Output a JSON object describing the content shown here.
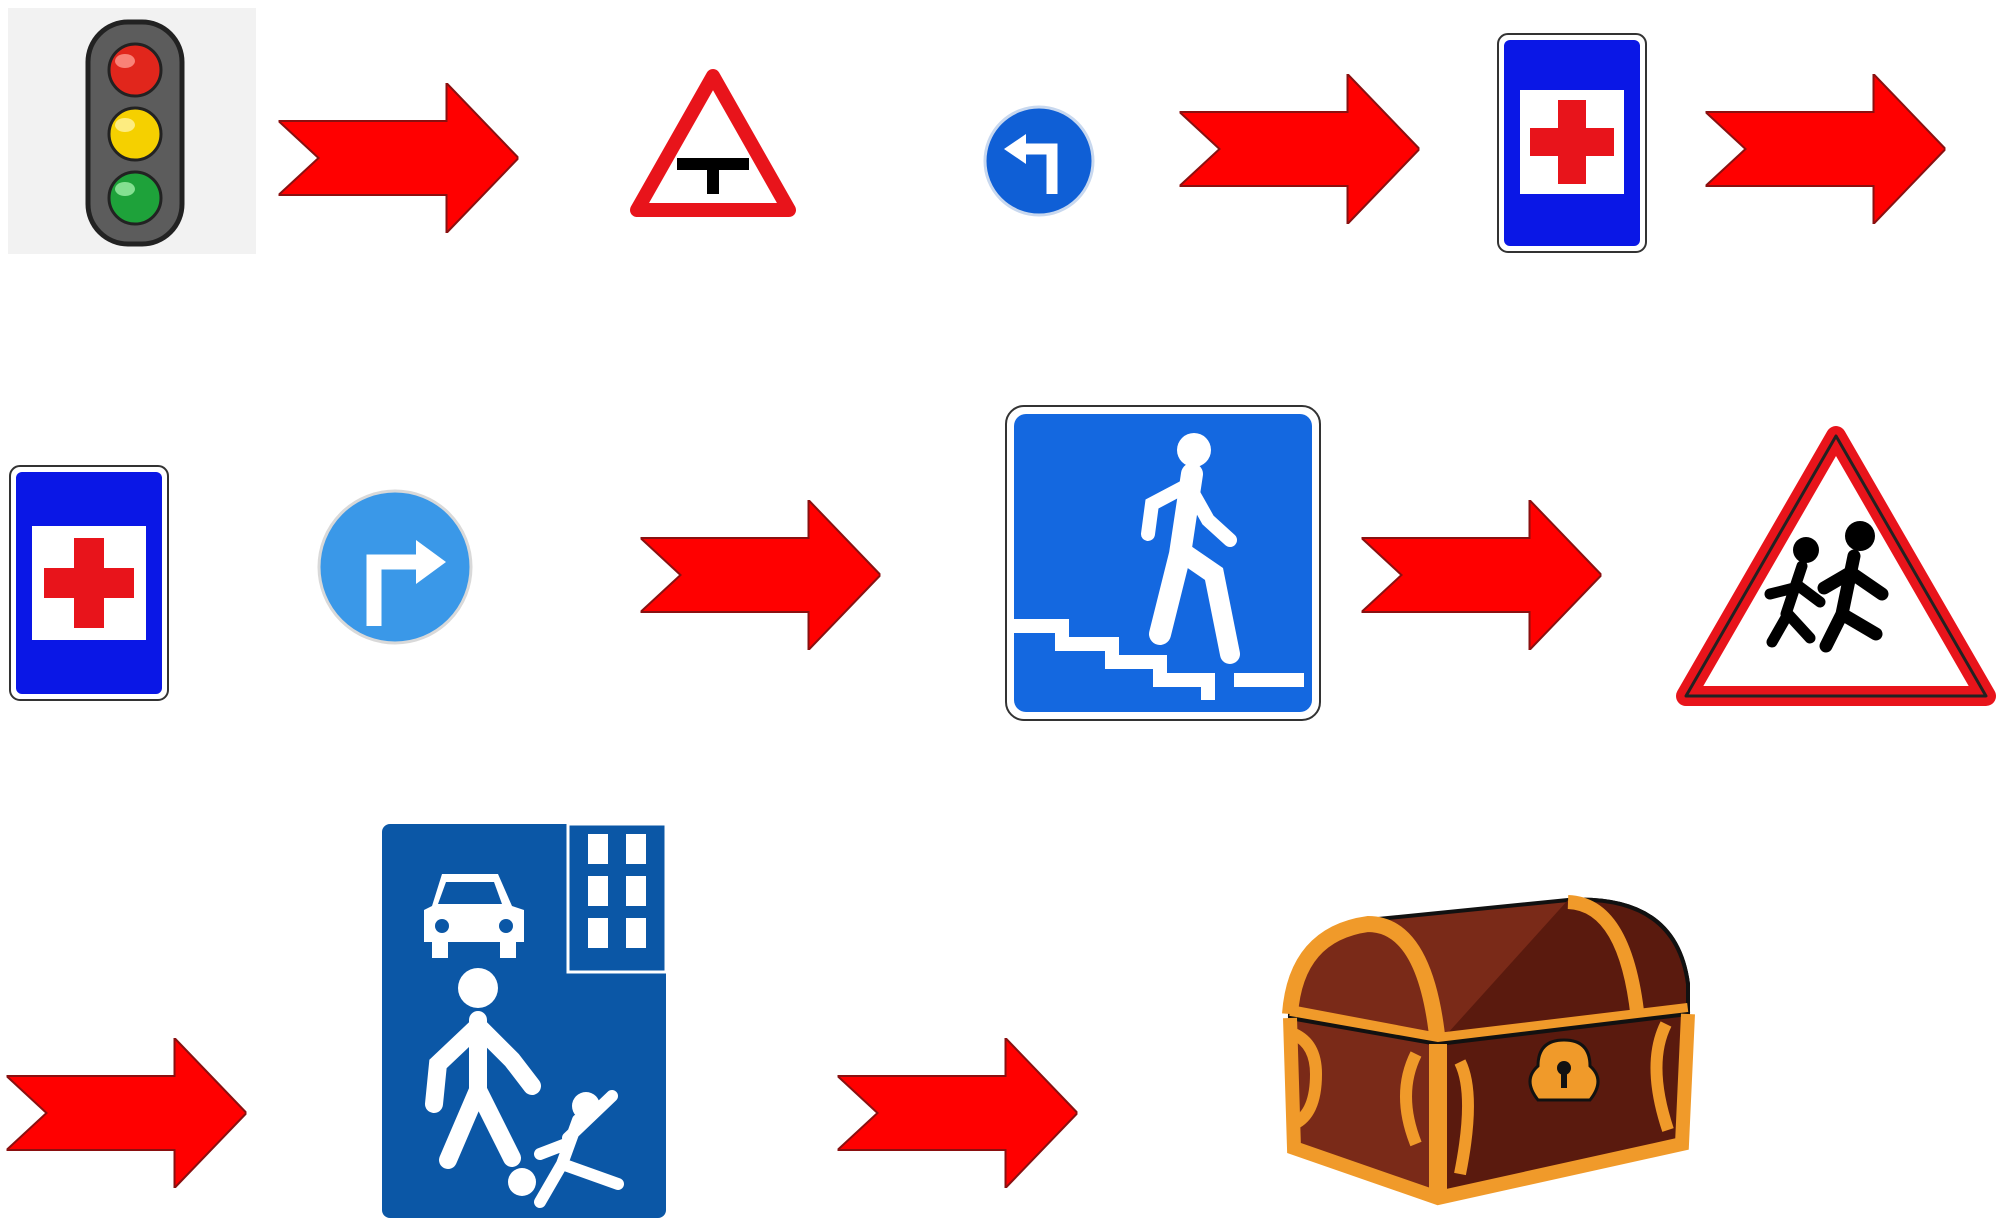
{
  "diagram": {
    "nodes": [
      {
        "id": "traffic-light",
        "icon": "traffic-light-icon"
      },
      {
        "id": "t-junction-warning",
        "icon": "t-junction-warning-sign-icon"
      },
      {
        "id": "turn-left-mandatory",
        "icon": "turn-left-arrow-sign-icon"
      },
      {
        "id": "first-aid-1",
        "icon": "first-aid-point-sign-icon"
      },
      {
        "id": "first-aid-2",
        "icon": "first-aid-point-sign-icon"
      },
      {
        "id": "turn-right-mandatory",
        "icon": "turn-right-arrow-sign-icon"
      },
      {
        "id": "underground-crossing",
        "icon": "underground-pedestrian-crossing-sign-icon"
      },
      {
        "id": "children-warning",
        "icon": "children-crossing-warning-sign-icon"
      },
      {
        "id": "residential-zone",
        "icon": "residential-zone-sign-icon"
      },
      {
        "id": "treasure-chest",
        "icon": "treasure-chest-icon"
      }
    ],
    "connectors": [
      {
        "from": "traffic-light",
        "to": "t-junction-warning"
      },
      {
        "from": "turn-left-mandatory",
        "to": "first-aid-1"
      },
      {
        "from": "first-aid-1",
        "to": "first-aid-2"
      },
      {
        "from": "turn-right-mandatory",
        "to": "underground-crossing"
      },
      {
        "from": "underground-crossing",
        "to": "children-warning"
      },
      {
        "from": "children-warning",
        "to": "residential-zone"
      },
      {
        "from": "residential-zone",
        "to": "treasure-chest"
      }
    ]
  },
  "colors": {
    "arrow": "#ff0000",
    "arrow_stroke": "#8a1010",
    "sign_red": "#e8141b",
    "sign_blue": "#0f5fd6",
    "sign_light_blue": "#3a98e8",
    "sign_dark_blue": "#0b57a6",
    "chest_wood": "#7a2a18",
    "chest_trim": "#f09a2a"
  }
}
